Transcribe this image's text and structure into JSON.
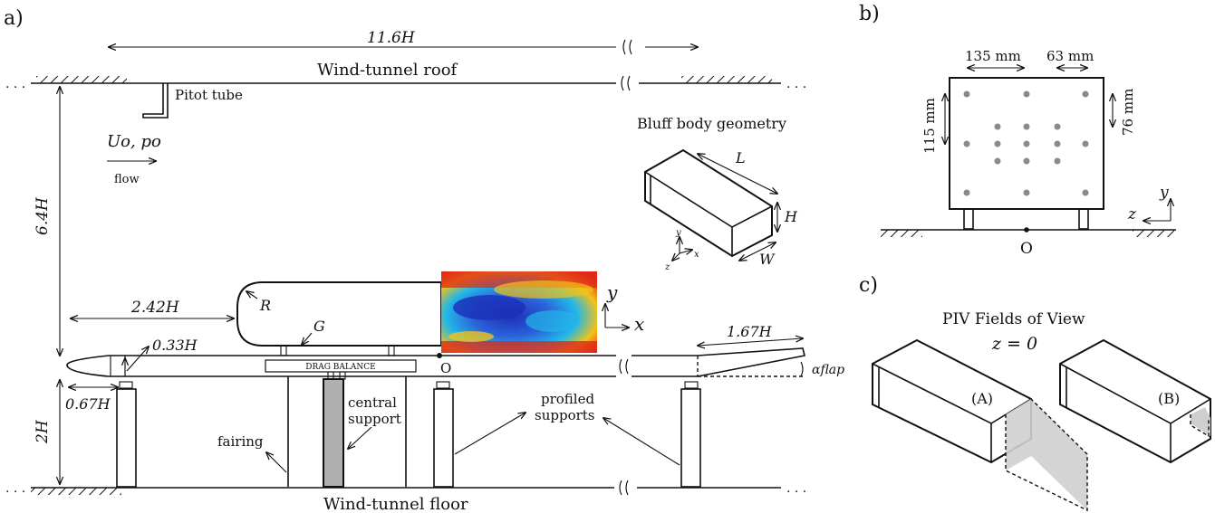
{
  "panels": {
    "a": "a)",
    "b": "b)",
    "c": "c)"
  },
  "panel_a": {
    "roof_label": "Wind-tunnel roof",
    "floor_label": "Wind-tunnel floor",
    "length_label": "11.6H",
    "height_label": "6.4H",
    "pitot_label": "Pitot tube",
    "freestream_label": "Uo, po",
    "flow_label": "flow",
    "nose_label": "2.42H",
    "radius_label": "R",
    "gap_label": "G",
    "plate_thickness_label": "0.33H",
    "plate_nose_label": "0.67H",
    "ground_clearance_label": "2H",
    "flap_length_label": "1.67H",
    "flap_angle_label": "αflap",
    "origin_label": "O",
    "balance_label": "DRAG BALANCE",
    "central_support_label_1": "central",
    "central_support_label_2": "support",
    "fairing_label": "fairing",
    "profiled_label_1": "profiled",
    "profiled_label_2": "supports",
    "axis_x": "x",
    "axis_y": "y",
    "bluff_title": "Bluff body geometry",
    "dim_L": "L",
    "dim_H": "H",
    "dim_W": "W",
    "small_axes": {
      "x": "x",
      "y": "y",
      "z": "z"
    }
  },
  "panel_b": {
    "dim_135": "135 mm",
    "dim_63": "63 mm",
    "dim_115": "115 mm",
    "dim_76": "76 mm",
    "origin_label": "O",
    "axis_y": "y",
    "axis_z": "z"
  },
  "panel_c": {
    "title": "PIV Fields of View",
    "plane": "z = 0",
    "view_a": "(A)",
    "view_b": "(B)"
  },
  "colors": {
    "piv_low": "#1a2fb8",
    "piv_mid": "#22b7e8",
    "piv_high": "#e02818",
    "central_support": "#b0b0b0",
    "fov_fill": "#cfcfcf"
  }
}
